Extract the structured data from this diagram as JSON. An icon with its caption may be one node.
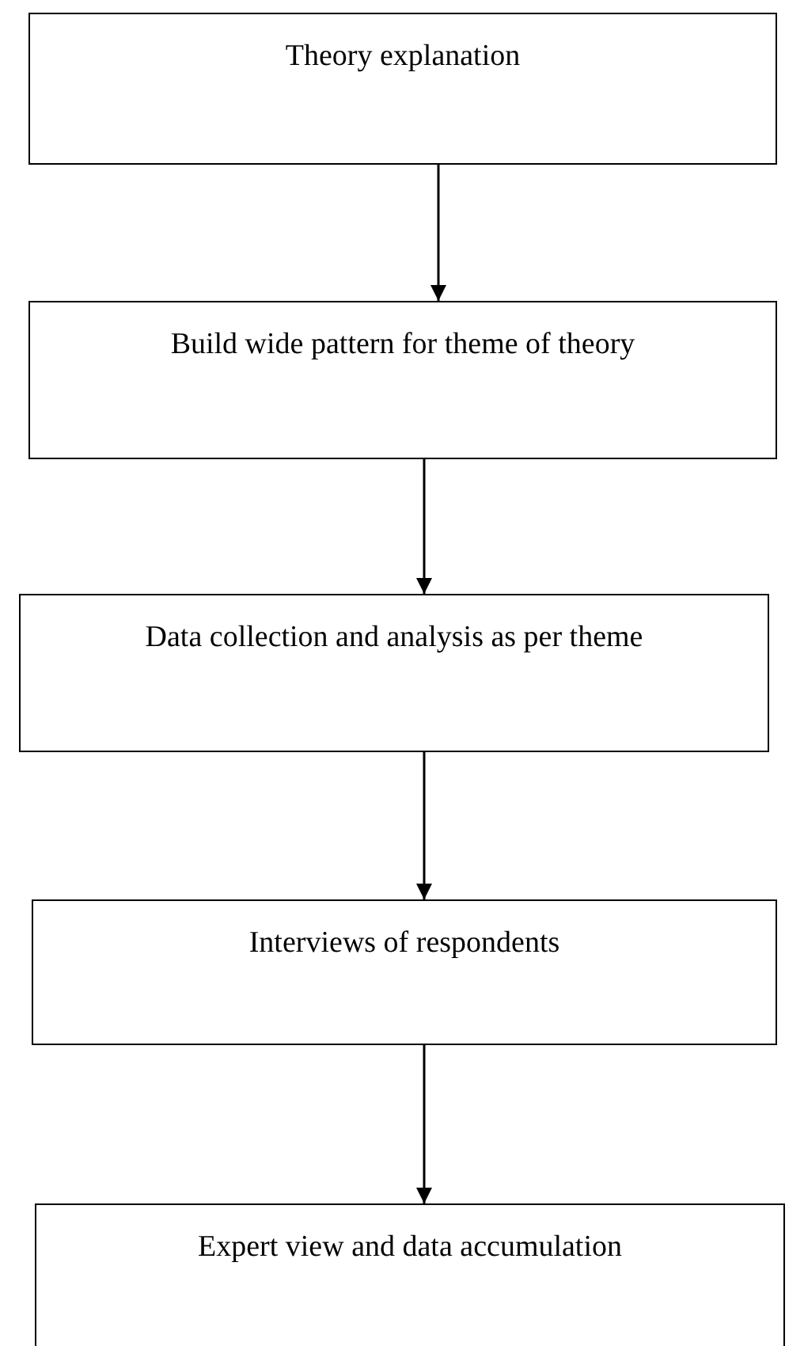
{
  "diagram": {
    "nodes": [
      {
        "text": [
          "Theory explanation"
        ]
      },
      {
        "text": [
          "Build wide pattern for theme of theory"
        ]
      },
      {
        "text": [
          "Data collection and analysis as per theme"
        ]
      },
      {
        "text": [
          "Interviews of respondents"
        ]
      },
      {
        "text": [
          "Expert view and data accumulation"
        ]
      }
    ],
    "edges": [
      {
        "from": 0,
        "to": 1,
        "arrow": "to"
      },
      {
        "from": 1,
        "to": 2,
        "arrow": "to"
      },
      {
        "from": 2,
        "to": 3,
        "arrow": "to"
      },
      {
        "from": 3,
        "to": 4,
        "arrow": "to"
      }
    ]
  }
}
